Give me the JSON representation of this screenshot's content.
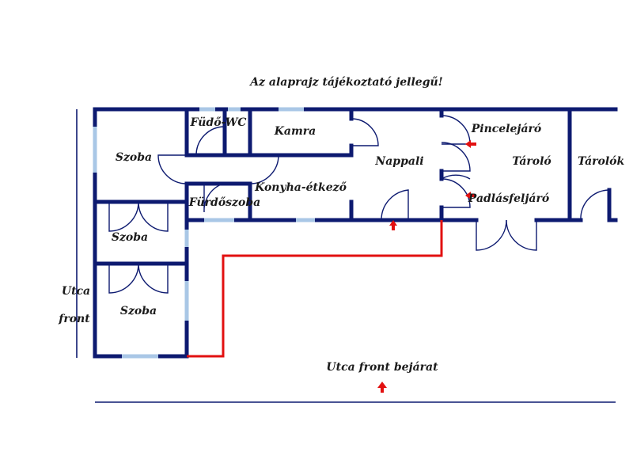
{
  "notice": "Az alaprajz tájékoztató jellegű!",
  "rooms": {
    "szoba_top": "Szoba",
    "szoba_mid": "Szoba",
    "szoba_bottom": "Szoba",
    "fudo_wc": "Füdő-WC",
    "kamra": "Kamra",
    "konyha": "Konyha-étkező",
    "furdoszoba": "Fürdőszoba",
    "nappali": "Nappali",
    "pincelejaro": "Pincelejáró",
    "tarolo": "Tároló",
    "padlasfeljaro": "Padlásfeljáró",
    "tarolok": "Tárolók"
  },
  "side_label": {
    "line1": "Utca",
    "line2": "front"
  },
  "entrance_label": "Utca front bejárat",
  "colors": {
    "wall": "#0d1a70",
    "window": "#a9c7e6",
    "route": "#e21010"
  },
  "icons": {
    "entrance_arrow": "arrow-up-icon",
    "left_arrow": "arrow-left-icon"
  }
}
